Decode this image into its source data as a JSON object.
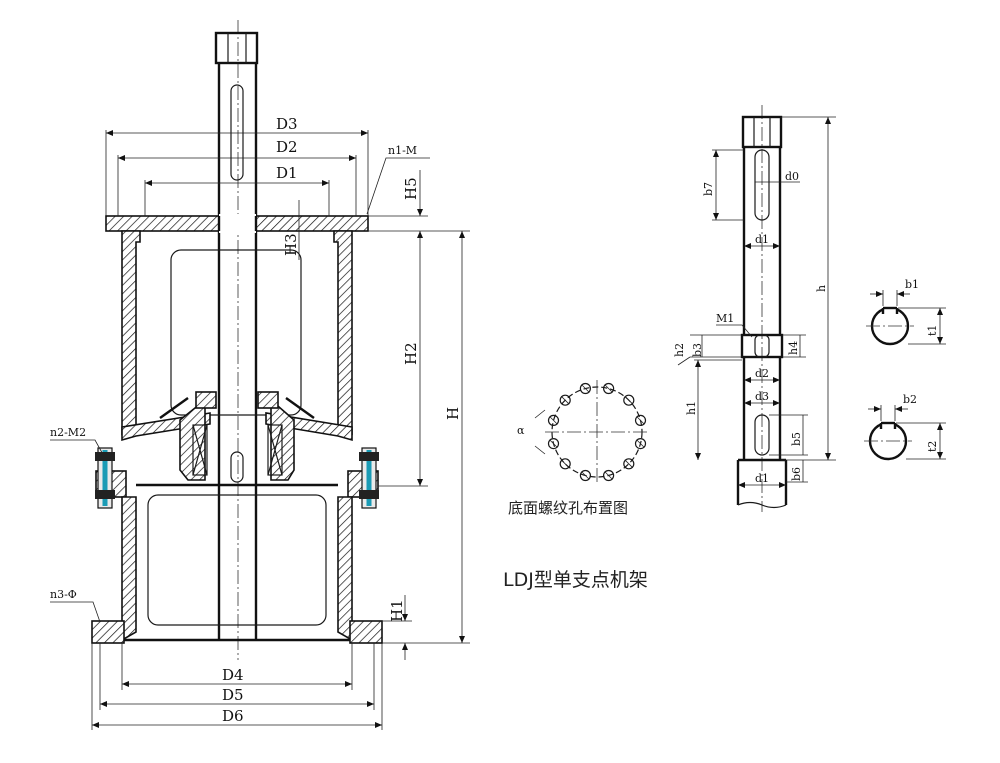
{
  "main_view": {
    "dims": {
      "D1": "D1",
      "D2": "D2",
      "D3": "D3",
      "D4": "D4",
      "D5": "D5",
      "D6": "D6",
      "H": "H",
      "H1": "H1",
      "H2": "H2",
      "H3": "H3",
      "H5": "H5"
    },
    "callouts": {
      "flange_bolts": "n1-M",
      "side_bolts": "n2-M2",
      "base_holes": "n3-Φ"
    }
  },
  "shaft_view": {
    "dims": {
      "b7": "b7",
      "d0": "d0",
      "d1_top": "d1",
      "h": "h",
      "M1": "M1",
      "h2": "h2",
      "b3": "b3",
      "h4": "h4",
      "d2": "d2",
      "h1": "h1",
      "d3": "d3",
      "b5": "b5",
      "b6": "b6",
      "d1_bottom": "d1"
    }
  },
  "keyway_sections": {
    "b1": "b1",
    "t1": "t1",
    "b2": "b2",
    "t2": "t2"
  },
  "hole_pattern": {
    "angle": "α",
    "caption": "底面螺纹孔布置图"
  },
  "title": "LDJ型单支点机架"
}
